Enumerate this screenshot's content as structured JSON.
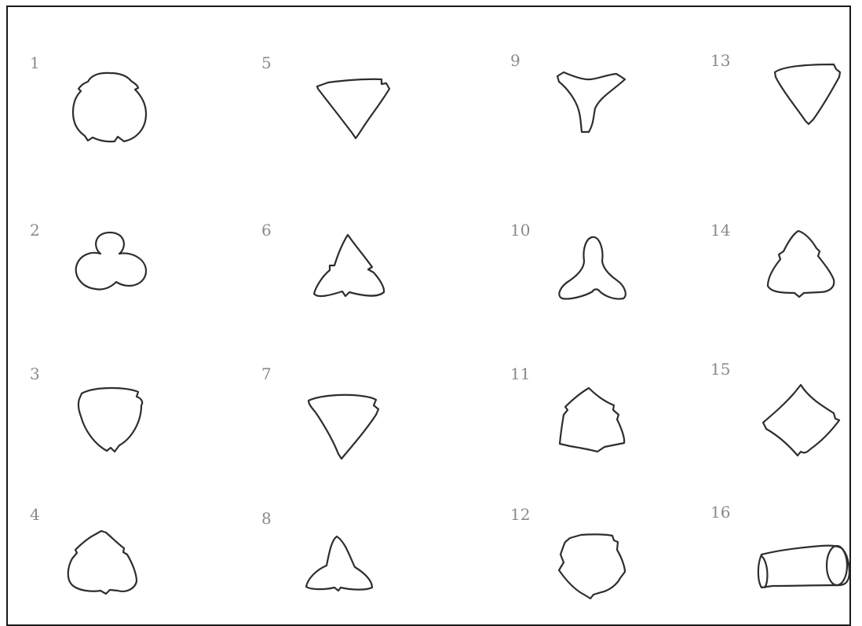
{
  "figure": {
    "shapes": [
      {
        "label": "1"
      },
      {
        "label": "2"
      },
      {
        "label": "3"
      },
      {
        "label": "4"
      },
      {
        "label": "5"
      },
      {
        "label": "6"
      },
      {
        "label": "7"
      },
      {
        "label": "8"
      },
      {
        "label": "9"
      },
      {
        "label": "10"
      },
      {
        "label": "11"
      },
      {
        "label": "12"
      },
      {
        "label": "13"
      },
      {
        "label": "14"
      },
      {
        "label": "15"
      },
      {
        "label": "16"
      }
    ],
    "colors": {
      "outline": "#2e2e2e",
      "label": "#8a8a8a",
      "border": "#1a1a1a"
    }
  }
}
